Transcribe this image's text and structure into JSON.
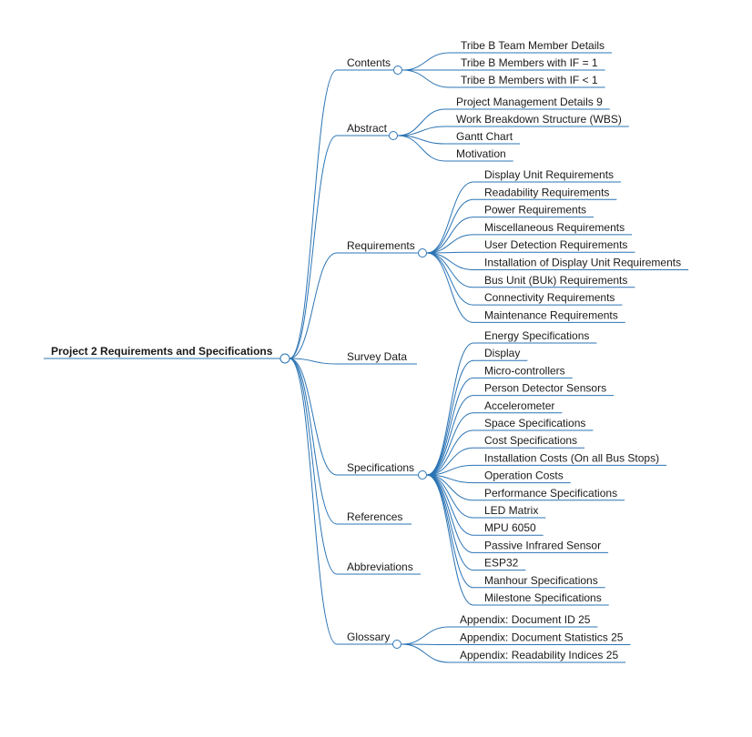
{
  "colors": {
    "edge": "#2b74b4",
    "text": "#1a1a1a",
    "background": "#ffffff"
  },
  "root": {
    "label": "Project 2 Requirements and  Specifications"
  },
  "branches": [
    {
      "label": "Contents",
      "children": [
        "Tribe B Team Member Details",
        "Tribe B Members with IF = 1",
        "Tribe B Members with IF < 1"
      ]
    },
    {
      "label": "Abstract",
      "children": [
        "Project Management Details 9",
        "Work Breakdown Structure (WBS)",
        "Gantt Chart",
        "Motivation"
      ]
    },
    {
      "label": "Requirements",
      "children": [
        "Display Unit Requirements",
        "Readability Requirements",
        "Power Requirements",
        "Miscellaneous Requirements",
        "User Detection Requirements",
        "Installation of Display Unit Requirements",
        "Bus Unit (BUk) Requirements",
        "Connectivity Requirements",
        "Maintenance Requirements"
      ]
    },
    {
      "label": "Survey Data",
      "children": []
    },
    {
      "label": "Specifications",
      "children": [
        "Energy Specifications",
        "Display",
        "Micro-controllers",
        "Person Detector Sensors",
        "Accelerometer",
        "Space Specifications",
        "Cost Specifications",
        "Installation Costs (On all Bus Stops)",
        "Operation Costs",
        "Performance Specifications",
        "LED Matrix",
        "MPU 6050",
        "Passive Infrared Sensor",
        "ESP32",
        "Manhour Specifications",
        "Milestone Specifications"
      ]
    },
    {
      "label": "References",
      "children": []
    },
    {
      "label": "Abbreviations",
      "children": []
    },
    {
      "label": "Glossary",
      "children": [
        "Appendix: Document ID 25",
        "Appendix: Document Statistics 25",
        "Appendix: Readability Indices 25"
      ]
    }
  ]
}
